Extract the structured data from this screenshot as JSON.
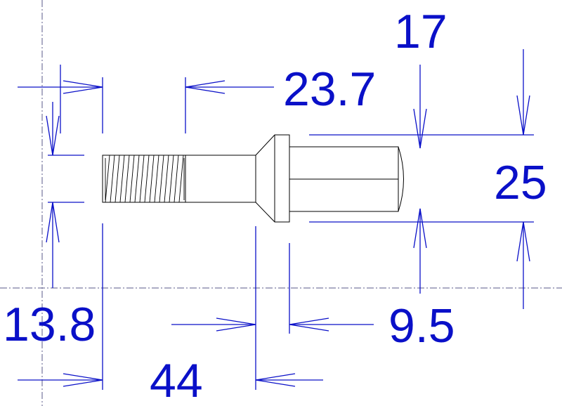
{
  "dimensions": {
    "total_length": "44",
    "thread_diameter": "13.8",
    "thread_length": "23.7",
    "head_diameter": "25",
    "hex_size": "17",
    "collar_thickness": "9.5"
  },
  "colors": {
    "dimension": "#0a10c8",
    "part_outline": "#000000",
    "centerline": "#5a5a8a",
    "background": "#ffffff"
  }
}
